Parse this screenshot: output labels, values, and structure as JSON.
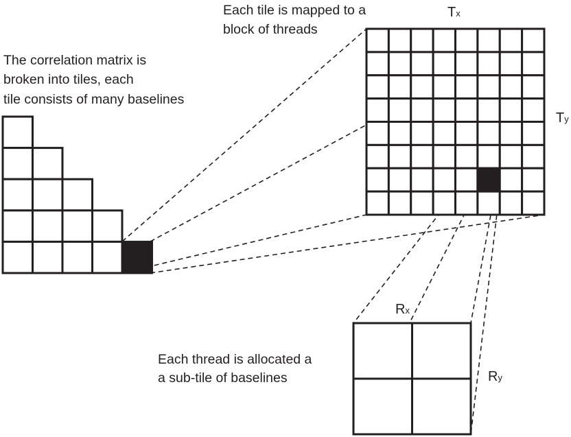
{
  "captions": {
    "tiles_line1": "The correlation matrix is",
    "tiles_line2": "broken into tiles, each",
    "tiles_line3": "tile consists of many baselines",
    "threads_line1": "Each tile is mapped to a",
    "threads_line2": "block of threads",
    "subtile_line1": "Each thread is allocated a",
    "subtile_line2": "a sub-tile of baselines"
  },
  "labels": {
    "tx_main": "T",
    "tx_sub": "x",
    "ty_main": "T",
    "ty_sub": "y",
    "rx_main": "R",
    "rx_sub": "x",
    "ry_main": "R",
    "ry_sub": "y"
  },
  "triangular_matrix": {
    "rows": 5,
    "highlighted": {
      "row": 5,
      "col": 5
    }
  },
  "thread_block": {
    "rows": 8,
    "cols": 8,
    "highlighted": {
      "row": 7,
      "col": 6
    }
  },
  "sub_tile": {
    "rows": 2,
    "cols": 2
  },
  "colors": {
    "ink": "#231f20",
    "background": "#ffffff"
  }
}
